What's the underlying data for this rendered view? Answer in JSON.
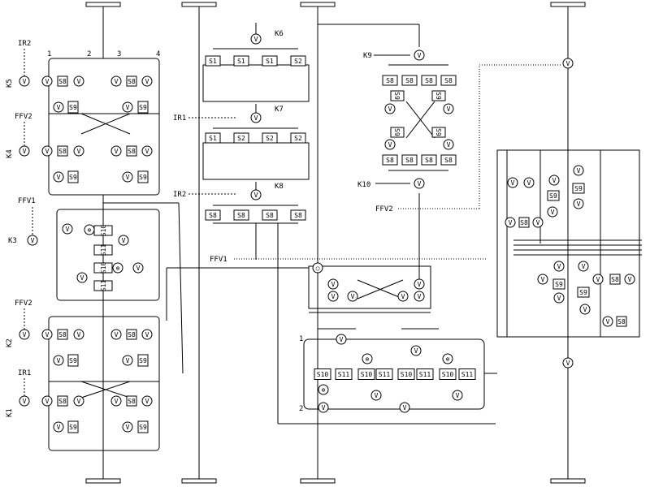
{
  "labels": {
    "IR1": "IR1",
    "IR2": "IR2",
    "K1": "K1",
    "K2": "K2",
    "K3": "K3",
    "K4": "K4",
    "K5": "K5",
    "K6": "K6",
    "K7": "K7",
    "K8": "K8",
    "K9": "K9",
    "K10": "K10",
    "FFV1": "FFV1",
    "FFV2": "FFV2"
  },
  "blocks": {
    "S1": "S1",
    "S2": "S2",
    "S8": "S8",
    "S9": "S9",
    "S10": "S10",
    "S11": "S11"
  },
  "nodes": {
    "V": "V",
    "sum": "⊕",
    "ring": "○"
  },
  "ports": {
    "p1": "1",
    "p2": "2",
    "p3": "3",
    "p4": "4"
  },
  "top_row_blocks": [
    "S1",
    "S1",
    "S1",
    "S2"
  ],
  "mid_row_blocks": [
    "S1",
    "S2",
    "S2",
    "S2"
  ],
  "bottom_row_blocks": [
    "S8",
    "S8",
    "S8",
    "S8"
  ]
}
